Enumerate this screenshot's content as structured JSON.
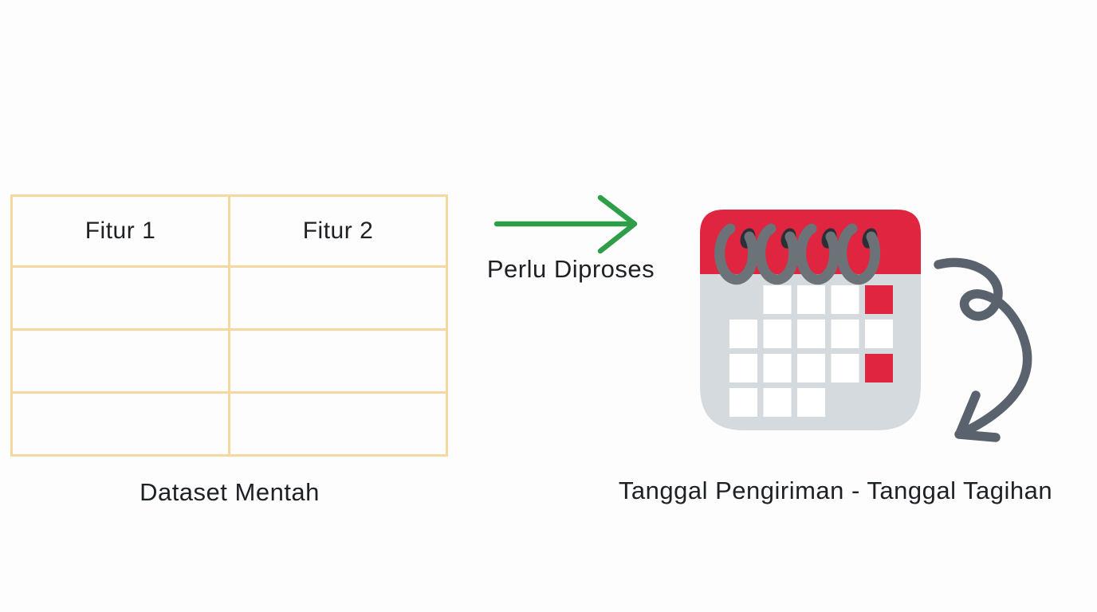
{
  "colors": {
    "background": "#fdfdfd",
    "text": "#1d2126",
    "table_border": "#f5d7a0",
    "arrow_green": "#2f9e48",
    "calendar_red": "#e02540",
    "calendar_body": "#d5dade",
    "ring_gray": "#6b7278",
    "ring_hole": "#2b3037",
    "curved_arrow_gray": "#5a636d",
    "cell_white": "#ffffff"
  },
  "table": {
    "headers": [
      "Fitur 1",
      "Fitur 2"
    ],
    "rows": [
      [
        "",
        ""
      ],
      [
        "",
        ""
      ],
      [
        "",
        ""
      ]
    ],
    "caption": "Dataset Mentah"
  },
  "process_arrow": {
    "label": "Perlu Diproses",
    "direction": "right"
  },
  "calendar_icon": {
    "description": "spiral-bound calendar with red header and highlighted dates",
    "rings": 4,
    "grid": [
      [
        "none",
        "white",
        "white",
        "white",
        "red"
      ],
      [
        "white",
        "white",
        "white",
        "white",
        "white"
      ],
      [
        "white",
        "white",
        "white",
        "white",
        "red"
      ],
      [
        "white",
        "white",
        "white",
        "none",
        "none"
      ]
    ]
  },
  "curved_arrow": {
    "direction": "down-left"
  },
  "result_label": "Tanggal Pengiriman - Tanggal Tagihan"
}
